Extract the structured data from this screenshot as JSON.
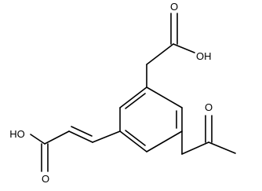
{
  "structure": {
    "atom_labels": {
      "top_carbonyl_o": "O",
      "top_hydroxyl": "OH",
      "left_hydroxyl": "HO",
      "left_carbonyl_o": "O",
      "ketone_o": "O"
    },
    "colors": {
      "bond": "#000000",
      "label": "#000000",
      "background": "#ffffff"
    }
  }
}
